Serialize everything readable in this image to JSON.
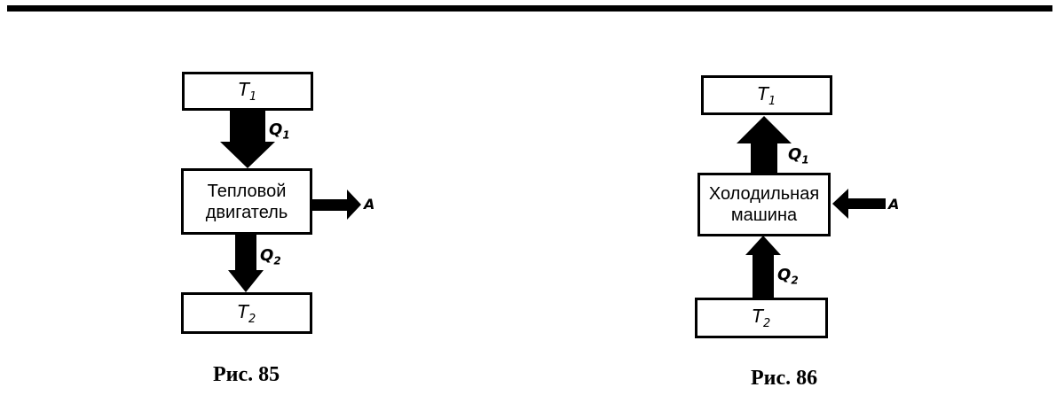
{
  "figure85": {
    "top_box": {
      "label": "T",
      "sub": "1"
    },
    "machine": {
      "line1": "Тепловой",
      "line2": "двигатель"
    },
    "bottom_box": {
      "label": "T",
      "sub": "2"
    },
    "q1": {
      "label": "Q",
      "sub": "1"
    },
    "q2": {
      "label": "Q",
      "sub": "2"
    },
    "work": "A",
    "caption": "Рис. 85"
  },
  "figure86": {
    "top_box": {
      "label": "T",
      "sub": "1"
    },
    "machine": {
      "line1": "Холодильная",
      "line2": "машина"
    },
    "bottom_box": {
      "label": "T",
      "sub": "2"
    },
    "q1": {
      "label": "Q",
      "sub": "1"
    },
    "q2": {
      "label": "Q",
      "sub": "2"
    },
    "work": "A",
    "caption": "Рис. 86"
  }
}
